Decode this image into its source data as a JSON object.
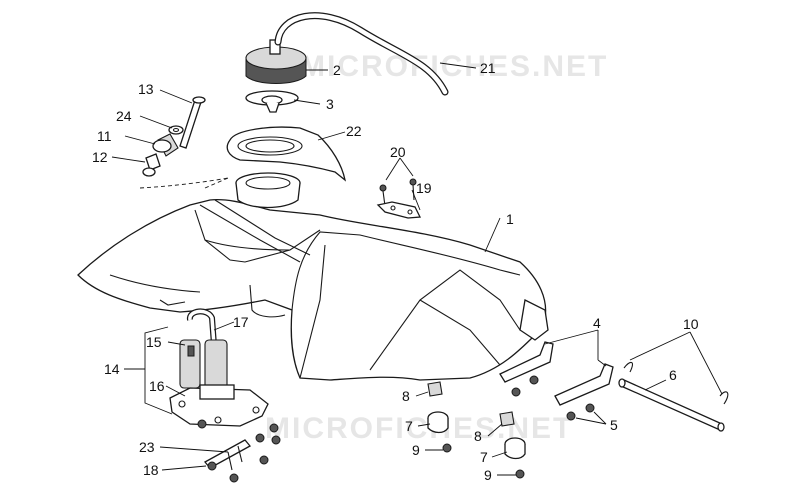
{
  "watermark": [
    "MICROFICHES.NET",
    "MICROFICHES.NET"
  ],
  "callouts": [
    "1",
    "2",
    "3",
    "4",
    "5",
    "6",
    "7",
    "7",
    "8",
    "8",
    "9",
    "9",
    "10",
    "11",
    "12",
    "13",
    "14",
    "15",
    "16",
    "17",
    "18",
    "19",
    "20",
    "21",
    "22",
    "23",
    "24"
  ],
  "colors": {
    "line": "#1a1a1a",
    "shade": "#d9d9d9",
    "watermark": "#e6e6e6",
    "background": "#ffffff"
  }
}
